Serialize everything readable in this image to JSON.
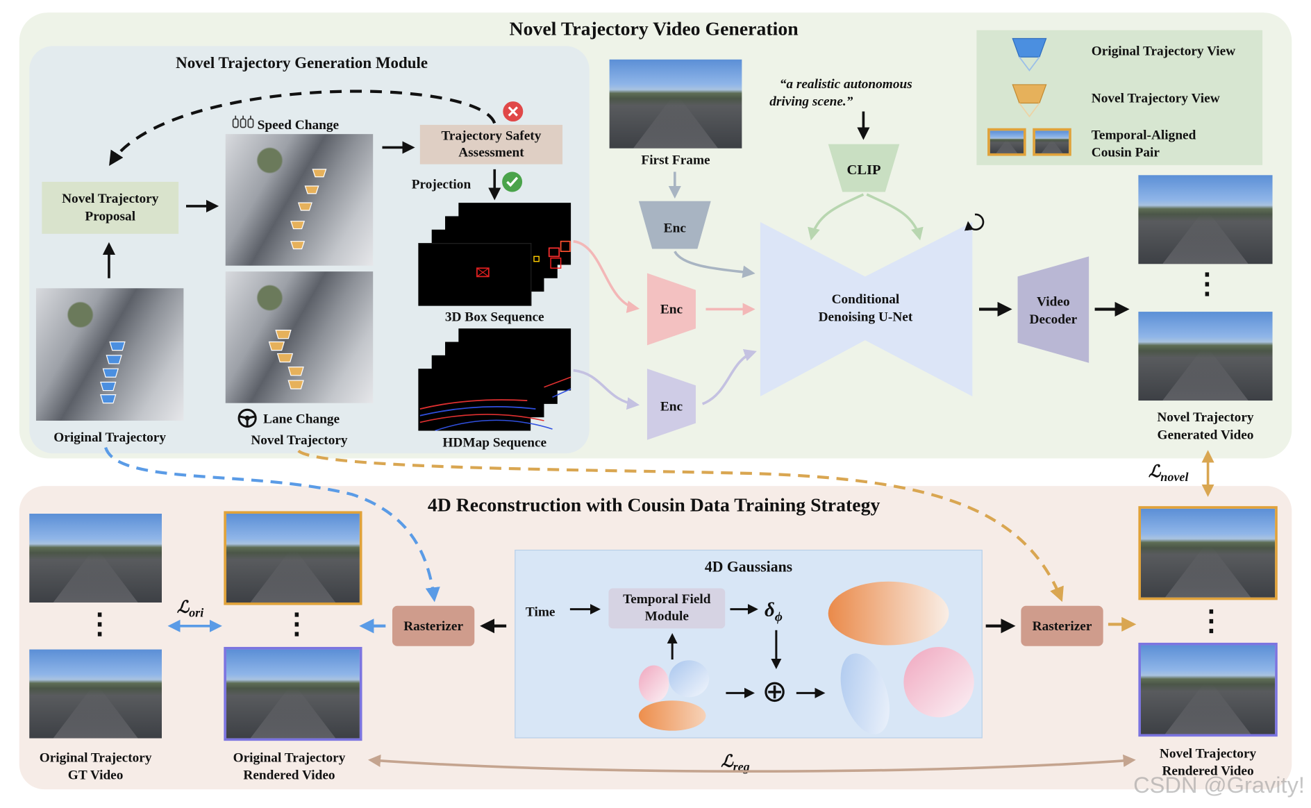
{
  "top": {
    "title": "Novel Trajectory Video Generation",
    "module_title": "Novel Trajectory Generation Module",
    "proposal": [
      "Novel Trajectory",
      "Proposal"
    ],
    "original_trajectory": "Original Trajectory",
    "speed_change": "Speed Change",
    "lane_change": "Lane Change",
    "novel_trajectory": "Novel Trajectory",
    "safety": [
      "Trajectory Safety",
      "Assessment"
    ],
    "projection": "Projection",
    "box_seq": "3D Box Sequence",
    "hdmap_seq": "HDMap Sequence",
    "first_frame": "First Frame",
    "prompt": [
      "“a realistic autonomous",
      "driving scene.”"
    ],
    "clip": "CLIP",
    "enc": "Enc",
    "unet": [
      "Conditional",
      "Denoising U-Net"
    ],
    "decoder": [
      "Video",
      "Decoder"
    ],
    "generated": [
      "Novel Trajectory",
      "Generated Video"
    ],
    "loss_novel": "ℒ",
    "loss_novel_sub": "novel"
  },
  "legend": {
    "items": [
      "Original Trajectory View",
      "Novel Trajectory View",
      "Temporal-Aligned",
      "Cousin Pair"
    ]
  },
  "bottom": {
    "title": "4D Reconstruction with Cousin Data Training Strategy",
    "gaussians": "4D Gaussians",
    "time": "Time",
    "temporal": [
      "Temporal Field",
      "Module"
    ],
    "delta": "δ",
    "delta_sub": "ϕ",
    "oplus": "⊕",
    "rasterizer": "Rasterizer",
    "gt_video": [
      "Original Trajectory",
      "GT Video"
    ],
    "orig_rendered": [
      "Original Trajectory",
      "Rendered Video"
    ],
    "novel_rendered": [
      "Novel Trajectory",
      "Rendered Video"
    ],
    "loss_ori": "ℒ",
    "loss_ori_sub": "ori",
    "loss_reg": "ℒ",
    "loss_reg_sub": "reg",
    "ellipsis": "⋮"
  },
  "watermark": "CSDN @Gravity!",
  "colors": {
    "top_panel": "#eef3e8",
    "module_panel": "#e3ebee",
    "bottom_panel": "#f6ece7",
    "gaussian_panel": "#d8e6f6",
    "legend_panel": "#d7e6d1",
    "proposal_box": "#d9e3cc",
    "safety_box": "#dfcfc4",
    "rasterizer": "#cf9c8c",
    "temporal_box": "#d6d3e3",
    "unet": "#dce5f7",
    "enc_gray": "#a8b4c2",
    "enc_pink": "#f3c1c1",
    "enc_purple": "#cfcce6",
    "decoder": "#b9b7d4",
    "clip": "#c9dfc2",
    "blue_arrow": "#5a9be6",
    "orange_arrow": "#d9a651",
    "brown_arrow": "#c4a48f"
  }
}
